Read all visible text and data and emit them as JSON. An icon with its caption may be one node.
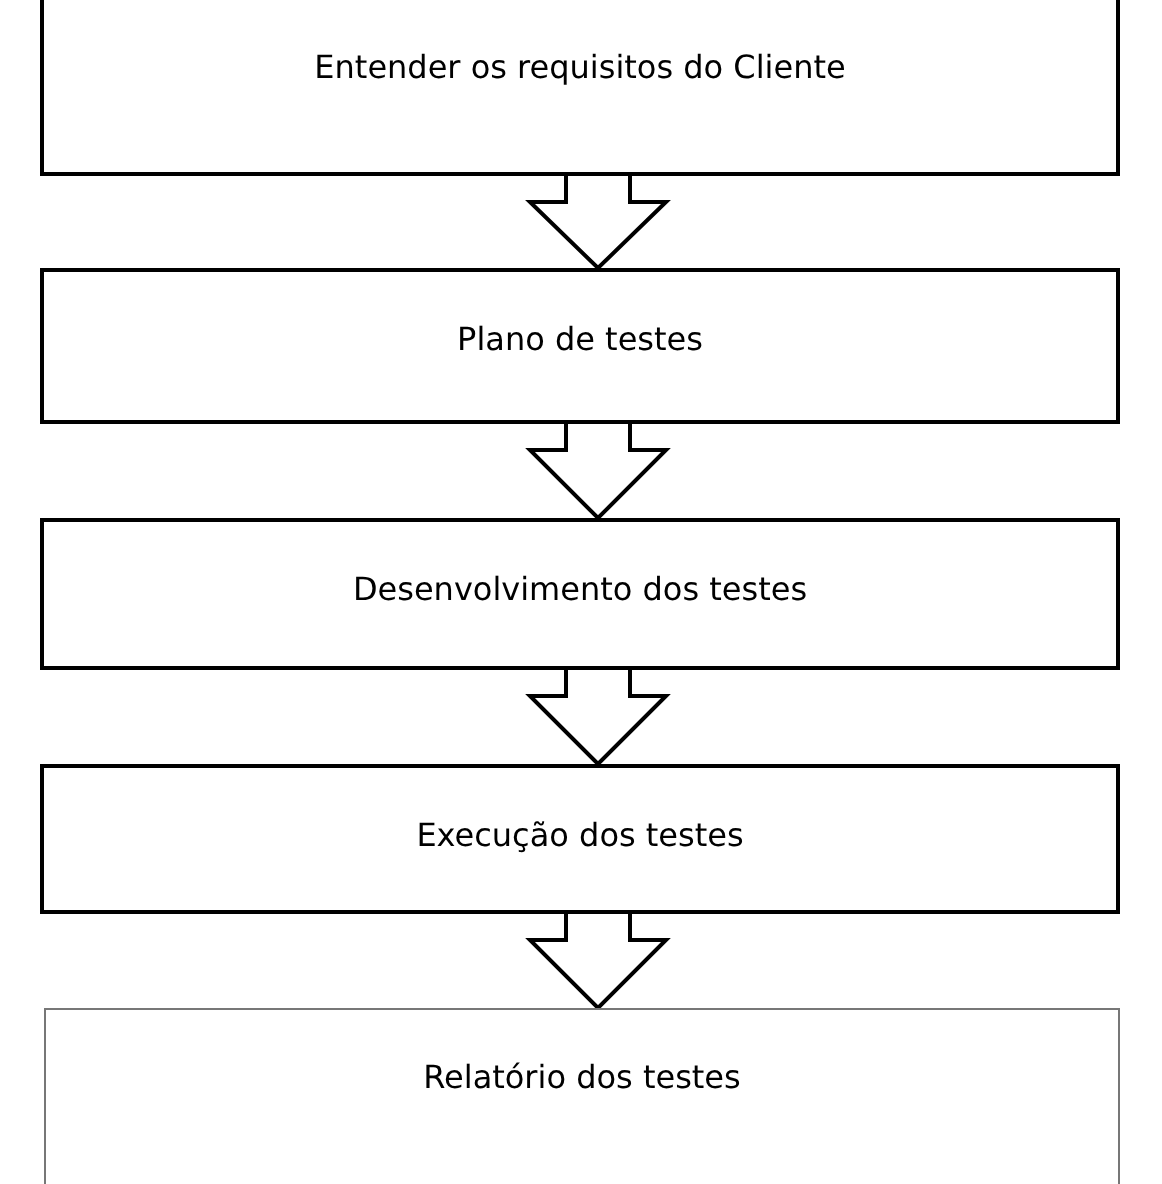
{
  "diagram": {
    "nodes": [
      {
        "text": [
          "Entender os requisitos do Cliente"
        ]
      },
      {
        "text": [
          "Plano de testes"
        ]
      },
      {
        "text": [
          "Desenvolvimento dos testes"
        ]
      },
      {
        "text": [
          "Execução dos testes"
        ]
      },
      {
        "text": [
          "Relatório dos testes"
        ]
      }
    ],
    "edges": [
      {
        "from": 0,
        "to": 1,
        "arrow": "to"
      },
      {
        "from": 1,
        "to": 2,
        "arrow": "to"
      },
      {
        "from": 2,
        "to": 3,
        "arrow": "to"
      },
      {
        "from": 3,
        "to": 4,
        "arrow": "to"
      }
    ]
  }
}
